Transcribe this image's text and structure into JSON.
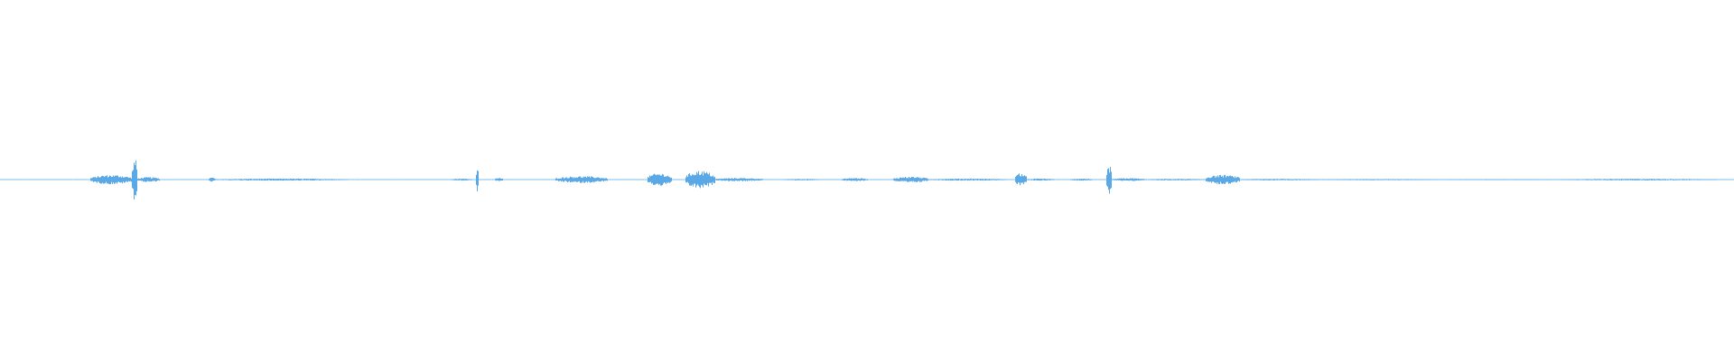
{
  "waveform": {
    "color": "#5aa9e6",
    "bursts": [
      {
        "start": 0.052,
        "end": 0.076,
        "amplitude": 0.22
      },
      {
        "start": 0.076,
        "end": 0.079,
        "amplitude": 1.0
      },
      {
        "start": 0.079,
        "end": 0.092,
        "amplitude": 0.12
      },
      {
        "start": 0.12,
        "end": 0.124,
        "amplitude": 0.1
      },
      {
        "start": 0.124,
        "end": 0.2,
        "amplitude": 0.05
      },
      {
        "start": 0.26,
        "end": 0.272,
        "amplitude": 0.05
      },
      {
        "start": 0.274,
        "end": 0.276,
        "amplitude": 0.55
      },
      {
        "start": 0.285,
        "end": 0.29,
        "amplitude": 0.08
      },
      {
        "start": 0.32,
        "end": 0.35,
        "amplitude": 0.16
      },
      {
        "start": 0.373,
        "end": 0.387,
        "amplitude": 0.3
      },
      {
        "start": 0.395,
        "end": 0.412,
        "amplitude": 0.42
      },
      {
        "start": 0.412,
        "end": 0.44,
        "amplitude": 0.08
      },
      {
        "start": 0.452,
        "end": 0.472,
        "amplitude": 0.04
      },
      {
        "start": 0.485,
        "end": 0.5,
        "amplitude": 0.08
      },
      {
        "start": 0.515,
        "end": 0.535,
        "amplitude": 0.14
      },
      {
        "start": 0.535,
        "end": 0.58,
        "amplitude": 0.05
      },
      {
        "start": 0.585,
        "end": 0.592,
        "amplitude": 0.3
      },
      {
        "start": 0.592,
        "end": 0.608,
        "amplitude": 0.05
      },
      {
        "start": 0.617,
        "end": 0.63,
        "amplitude": 0.05
      },
      {
        "start": 0.638,
        "end": 0.641,
        "amplitude": 0.7
      },
      {
        "start": 0.641,
        "end": 0.66,
        "amplitude": 0.07
      },
      {
        "start": 0.66,
        "end": 0.695,
        "amplitude": 0.04
      },
      {
        "start": 0.695,
        "end": 0.715,
        "amplitude": 0.22
      },
      {
        "start": 0.715,
        "end": 0.76,
        "amplitude": 0.04
      },
      {
        "start": 0.76,
        "end": 0.83,
        "amplitude": 0.03
      },
      {
        "start": 0.83,
        "end": 0.9,
        "amplitude": 0.02
      },
      {
        "start": 0.9,
        "end": 0.99,
        "amplitude": 0.04
      }
    ]
  }
}
